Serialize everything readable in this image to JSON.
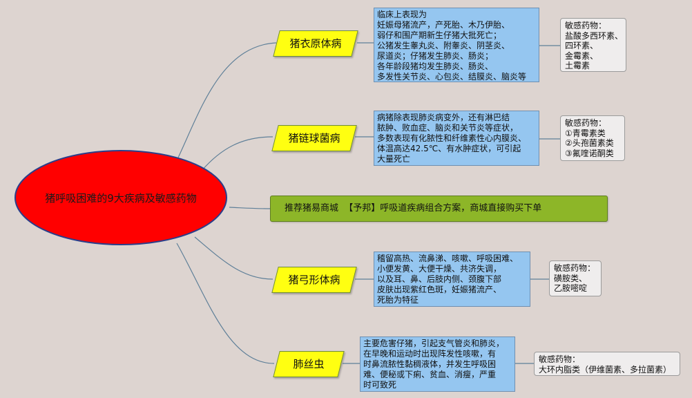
{
  "root": {
    "title": "猪呼吸困难的9大疾病及敏感药物"
  },
  "diseases": [
    {
      "name": "猪衣原体病",
      "description": [
        "临床上表现为",
        "妊娠母猪流产，产死胎、木乃伊胎、",
        "弱仔和围产期新生仔猪大批死亡；",
        "公猪发生睾丸炎、附睾炎、阴茎炎、",
        "尿道炎；仔猪发生肺炎、肠炎；",
        "各年龄段猪均发生肺炎、肠炎、",
        "多发性关节炎、心包炎、结膜炎、脑炎等"
      ],
      "drugs": [
        "敏感药物：",
        "盐酸多西环素、",
        "四环素、",
        "金霉素、",
        "土霉素"
      ]
    },
    {
      "name": "猪链球菌病",
      "description": [
        "病猪除表现肺炎病变外，还有淋巴结",
        "脓肿、败血症、脑炎和关节炎等症状，",
        "多数表现有化脓性和纤维素性心内膜炎、",
        "体温高达42.5℃、有水肿症状，可引起",
        "大量死亡"
      ],
      "drugs": [
        "敏感药物：",
        "①青霉素类",
        "②头孢菌素类",
        "③氟喹诺酮类"
      ]
    },
    {
      "name": "猪弓形体病",
      "description": [
        "稽留高热、流鼻涕、咳嗽、呼吸困难、",
        "小便发黄、大便干燥、共济失调，",
        "以及耳、鼻、后肢内侧、颈腹下部",
        "皮肤出现紫红色斑，妊娠猪流产、",
        "死胎为特征"
      ],
      "drugs": [
        "敏感药物：",
        "磺胺类、",
        "乙胺嘧啶"
      ]
    },
    {
      "name": "肺丝虫",
      "description": [
        "主要危害仔猪，引起支气管炎和肺炎，",
        "在早晚和运动时出现阵发性咳嗽，有",
        "时鼻流脓性黏稠液体，并发生呼吸困",
        "难、便秘或下痢、贫血、消瘦，严重",
        "时可致死"
      ],
      "drugs": [
        "敏感药物：",
        "大环内脂类（伊维菌素、多拉菌素）"
      ]
    }
  ],
  "promo": {
    "text": "推荐猪易商城  【予邦】呼吸道疾病组合方案，商城直接购买下单"
  },
  "colors": {
    "background": "#ddd4d0",
    "root_fill": "#ff0000",
    "root_stroke": "#2a3e8a",
    "topic_fill": "#ffff11",
    "desc_fill": "#95c6f0",
    "drug_fill": "#efeded",
    "promo_fill": "#8db628",
    "link": "#5e7f98"
  }
}
